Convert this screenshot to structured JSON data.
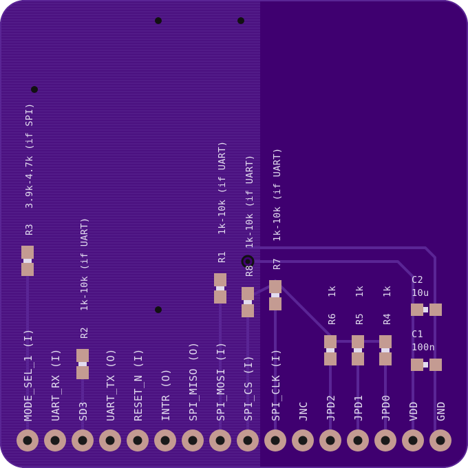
{
  "board": {
    "colors": {
      "outer": "#ffffff",
      "board": "#3f0070",
      "pour": "#4b1180",
      "hatch": "#5a2590",
      "trace": "#5a2595",
      "pad": "#c49b92",
      "pad_hole": "#1a1a1a",
      "silk": "#e2dcef",
      "via": "#111111"
    }
  },
  "pins": [
    {
      "label": "MODE_SEL_1 (I)"
    },
    {
      "label": "UART_RX (I)"
    },
    {
      "label": "SD3"
    },
    {
      "label": "UART_TX (O)"
    },
    {
      "label": "RESET_N (I)"
    },
    {
      "label": "INTR (O)"
    },
    {
      "label": "SPI_MISO (O)"
    },
    {
      "label": "SPI_MOSI (I)"
    },
    {
      "label": "SPI_CS (I)"
    },
    {
      "label": "SPI_CLK (I)"
    },
    {
      "label": "JNC"
    },
    {
      "label": "JPD2"
    },
    {
      "label": "JPD1"
    },
    {
      "label": "JPD0"
    },
    {
      "label": "VDD"
    },
    {
      "label": "GND"
    }
  ],
  "components": {
    "r3": {
      "designator": "R3",
      "value": "3.9k-4.7k (if SPI)"
    },
    "r2": {
      "designator": "R2",
      "value": "1k-10k (if UART)"
    },
    "r1": {
      "designator": "R1",
      "value": "1k-10k (if UART)"
    },
    "r8": {
      "designator": "R8",
      "value": "1k-10k (if UART)"
    },
    "r7": {
      "designator": "R7",
      "value": "1k-10k (if UART)"
    },
    "r6": {
      "designator": "R6",
      "value": "1k"
    },
    "r5": {
      "designator": "R5",
      "value": "1k"
    },
    "r4": {
      "designator": "R4",
      "value": "1k"
    },
    "c2": {
      "designator": "C2",
      "value": "10u"
    },
    "c1": {
      "designator": "C1",
      "value": "100n"
    }
  }
}
